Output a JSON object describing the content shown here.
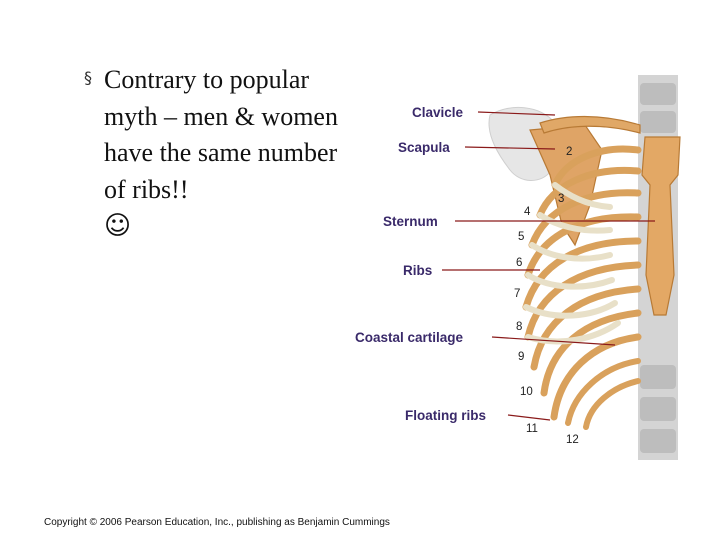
{
  "slide": {
    "bullet_marker": "§",
    "bullet_text": "Contrary to popular myth – men & women have the same number of ribs!!",
    "smiley": "☺",
    "copyright": "Copyright © 2006 Pearson Education, Inc., publishing as Benjamin Cummings"
  },
  "figure": {
    "labels": {
      "clavicle": "Clavicle",
      "scapula": "Scapula",
      "sternum": "Sternum",
      "ribs": "Ribs",
      "costal_cartilage": "Coastal cartilage",
      "floating_ribs": "Floating ribs"
    },
    "rib_numbers": [
      "2",
      "3",
      "4",
      "5",
      "6",
      "7",
      "8",
      "9",
      "10",
      "11",
      "12"
    ],
    "colors": {
      "label_text": "#3a2a6a",
      "leader_line": "#8a1a1a",
      "bone": "#d9a15c",
      "bone_dark": "#b87a35",
      "cartilage": "#e8e0c8",
      "spine": "#c9c9c9"
    }
  }
}
